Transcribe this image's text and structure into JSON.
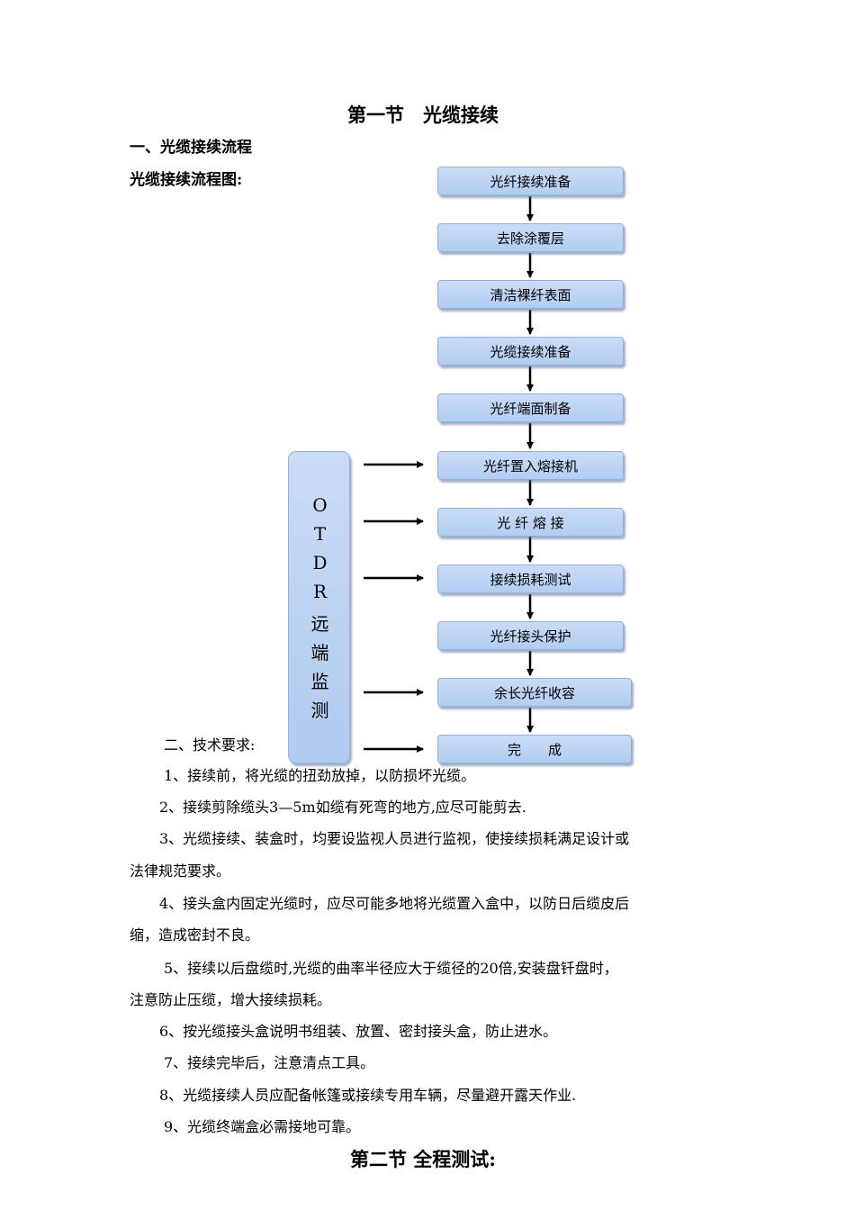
{
  "section1": {
    "title": "第一节　光缆接续",
    "heading1": "一、光缆接续流程",
    "flow_caption": "光缆接续流程图:"
  },
  "flowchart": {
    "steps": [
      "光纤接续准备",
      "去除涂覆层",
      "清洁裸纤表面",
      "光缆接续准备",
      "光纤端面制备",
      "光纤置入熔接机",
      "光 纤 熔 接",
      "接续损耗测试",
      "光纤接头保护",
      "余长光纤收容",
      "完　　成"
    ],
    "side_box_chars": [
      "O",
      "T",
      "D",
      "R",
      "远",
      "端",
      "监",
      "测"
    ]
  },
  "section2": {
    "heading": "二、技术要求:",
    "items": [
      "1、接续前，将光缆的扭劲放掉，以防损坏光缆。",
      "2、接续剪除缆头3—5m如缆有死弯的地方,应尽可能剪去.",
      "3、光缆接续、装盒时，均要设监视人员进行监视，使接续损耗满足设计或",
      "法律规范要求。",
      "4、接头盒内固定光缆时，应尽可能多地将光缆置入盒中，以防日后缆皮后",
      "缩，造成密封不良。",
      "5、接续以后盘缆时,光缆的曲率半径应大于缆径的20倍,安装盘钎盘时，",
      "注意防止压缆，增大接续损耗。",
      "6、按光缆接头盒说明书组装、放置、密封接头盒，防止进水。",
      "7、接续完毕后，注意清点工具。",
      "8、光缆接续人员应配备帐篷或接续专用车辆，尽量避开露天作业.",
      "9、光缆终端盒必需接地可靠。"
    ]
  },
  "section3": {
    "title": "第二节  全程测试:"
  }
}
